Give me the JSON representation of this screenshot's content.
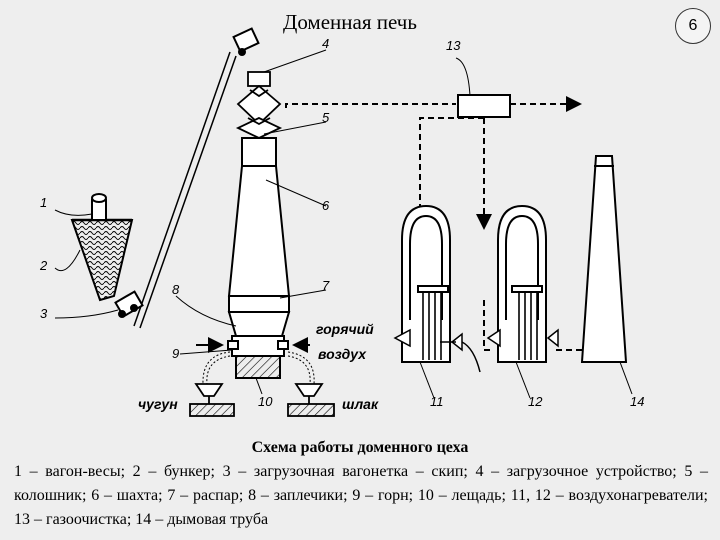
{
  "header": {
    "title": "Доменная печь",
    "slide_number": "6"
  },
  "labels": {
    "n1": "1",
    "n2": "2",
    "n3": "3",
    "n4": "4",
    "n5": "5",
    "n6": "6",
    "n7": "7",
    "n8": "8",
    "n9": "9",
    "n10": "10",
    "n11": "11",
    "n12": "12",
    "n13": "13",
    "n14": "14",
    "hot_air_1": "горячий",
    "hot_air_2": "воздух",
    "pig_iron": "чугун",
    "slag": "шлак"
  },
  "caption": {
    "title": "Схема работы доменного цеха",
    "legend": "1 – вагон-весы; 2 – бункер; 3 – загрузочная вагонетка – скип; 4 – загрузочное устройство; 5 – колошник; 6 – шахта; 7 – распар; 8 – заплечики; 9 – горн; 10 – лещадь; 11, 12 – воздухонагреватели; 13 – газоочистка; 14 – дымовая труба"
  }
}
